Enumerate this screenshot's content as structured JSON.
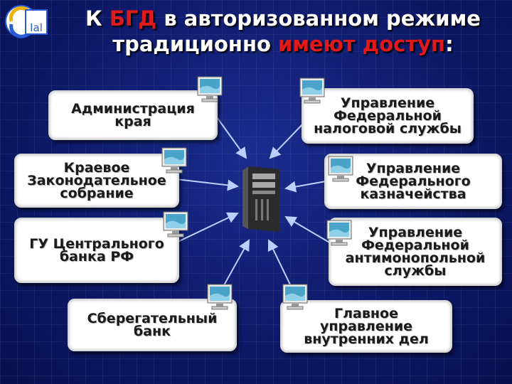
{
  "title": {
    "line1_a": "К ",
    "line1_b": "БГД",
    "line1_c": " в авторизованном режиме",
    "line2_a": "традиционно ",
    "line2_b": "имеют доступ",
    "line2_c": ":"
  },
  "logo": {
    "text": "Ial"
  },
  "colors": {
    "accent_red": "#e01a1a",
    "background": "#0e1a6a"
  },
  "nodes": {
    "administration": "Администрация\nкрая",
    "legislative": "Краевое\nЗаконодательное\nсобрание",
    "central_bank": "ГУ Центрального\nбанка РФ",
    "savings_bank": "Сберегательный\nбанк",
    "tax_service": "Управление\nФедеральной\nналоговой службы",
    "treasury": "Управление\nФедерального\nказначейства",
    "antimonopoly": "Управление\nФедеральной\nантимонопольной\nслужбы",
    "internal_affairs": "Главное\nуправление\nвнутренних дел"
  }
}
